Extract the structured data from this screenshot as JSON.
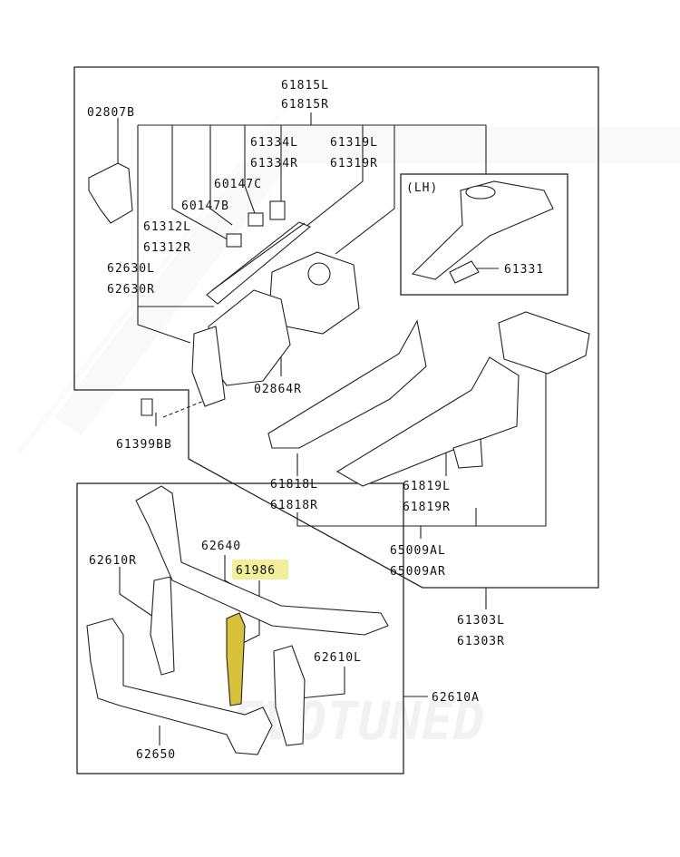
{
  "labels": {
    "p61815L": "61815L",
    "p61815R": "61815R",
    "p02807B": "02807B",
    "p61334L": "61334L",
    "p61334R": "61334R",
    "p61319L": "61319L",
    "p61319R": "61319R",
    "p60147C": "60147C",
    "p60147B": "60147B",
    "p61312L": "61312L",
    "p61312R": "61312R",
    "p62630L": "62630L",
    "p62630R": "62630R",
    "lh": "(LH)",
    "p61331": "61331",
    "p02864R": "02864R",
    "p61399BB": "61399BB",
    "p61818L": "61818L",
    "p61818R": "61818R",
    "p61819L": "61819L",
    "p61819R": "61819R",
    "p65009AL": "65009AL",
    "p65009AR": "65009AR",
    "p62640": "62640",
    "p61986": "61986",
    "p62610R": "62610R",
    "p62610L": "62610L",
    "p62610A": "62610A",
    "p61303L": "61303L",
    "p61303R": "61303R",
    "p62650": "62650"
  },
  "highlight": {
    "part": "61986",
    "color": "#f3ee9a",
    "part_color": "#d8c23a"
  },
  "watermark": "EVOTUNED"
}
